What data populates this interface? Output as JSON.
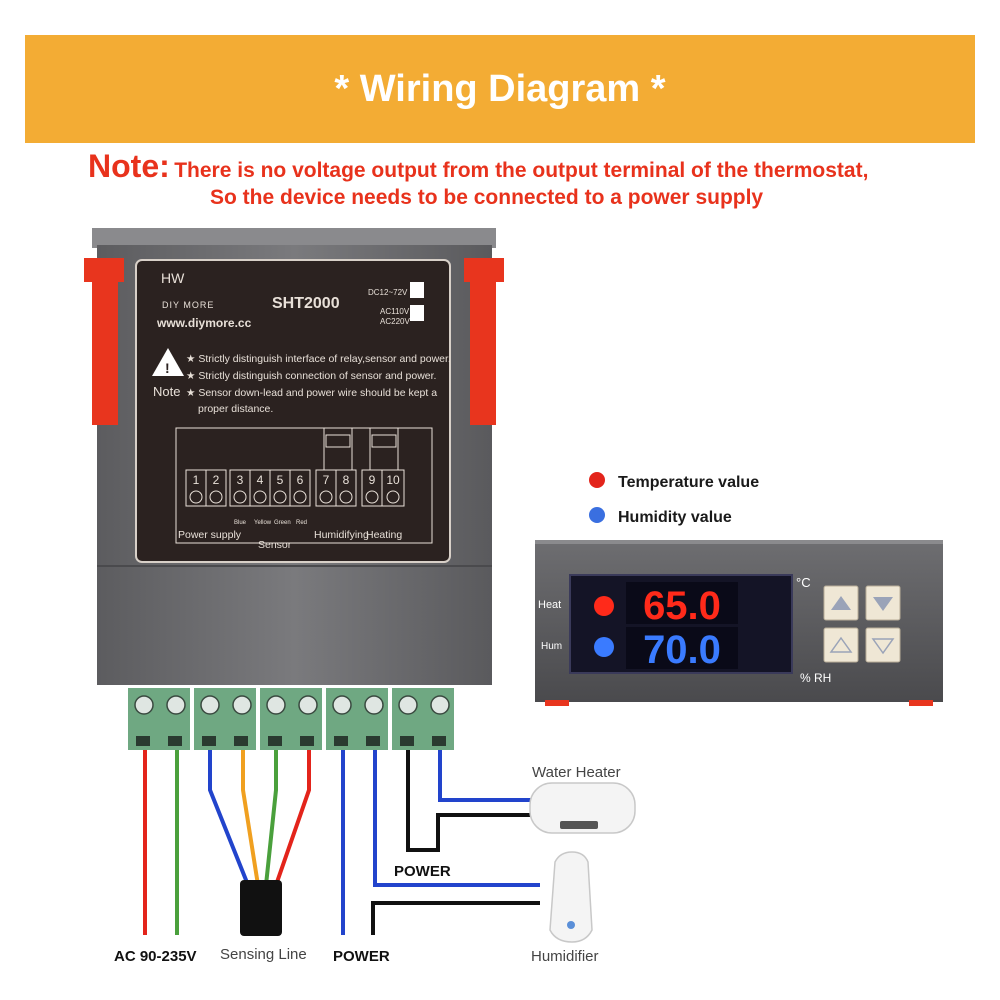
{
  "banner": {
    "title": "* Wiring Diagram *"
  },
  "note": {
    "label": "Note:",
    "line1": "There is no voltage output from the output terminal of the thermostat,",
    "line2": "So the device needs to be connected to a power supply"
  },
  "panel": {
    "brand_logo": "HW",
    "brand_name": "DIY MORE",
    "website": "www.diymore.cc",
    "model": "SHT2000",
    "voltage_dc": "DC12~72V",
    "voltage_ac1": "AC110V",
    "voltage_ac2": "AC220V",
    "note_label": "Note",
    "note_line1": "★ Strictly distinguish interface of relay,sensor and power.",
    "note_line2": "★ Strictly distinguish connection of sensor and power.",
    "note_line3": "★ Sensor down-lead and power wire should be kept a",
    "note_line4": "proper distance.",
    "terminals": [
      "1",
      "2",
      "3",
      "4",
      "5",
      "6",
      "7",
      "8",
      "9",
      "10"
    ],
    "wire_colors": [
      "Blue",
      "Yellow",
      "Green",
      "Red"
    ],
    "groups": {
      "power": "Power supply",
      "sensor": "Sensor",
      "humidifying": "Humidifying",
      "heating": "Heating"
    }
  },
  "legend": {
    "temp": {
      "label": "Temperature value",
      "color": "#e3241b"
    },
    "hum": {
      "label": "Humidity value",
      "color": "#3a6fe0"
    }
  },
  "display": {
    "heat_label": "Heat",
    "hum_label": "Hum",
    "temp_value": "65.0",
    "hum_value": "70.0",
    "unit_c": "°C",
    "unit_rh": "% RH",
    "temp_color": "#ff2a1a",
    "hum_color": "#3a7bff"
  },
  "wiring": {
    "water_heater": "Water Heater",
    "humidifier": "Humidifier",
    "power_right": "POWER",
    "ac_label": "AC 90-235V",
    "sensing_line": "Sensing Line",
    "power_bottom": "POWER"
  }
}
